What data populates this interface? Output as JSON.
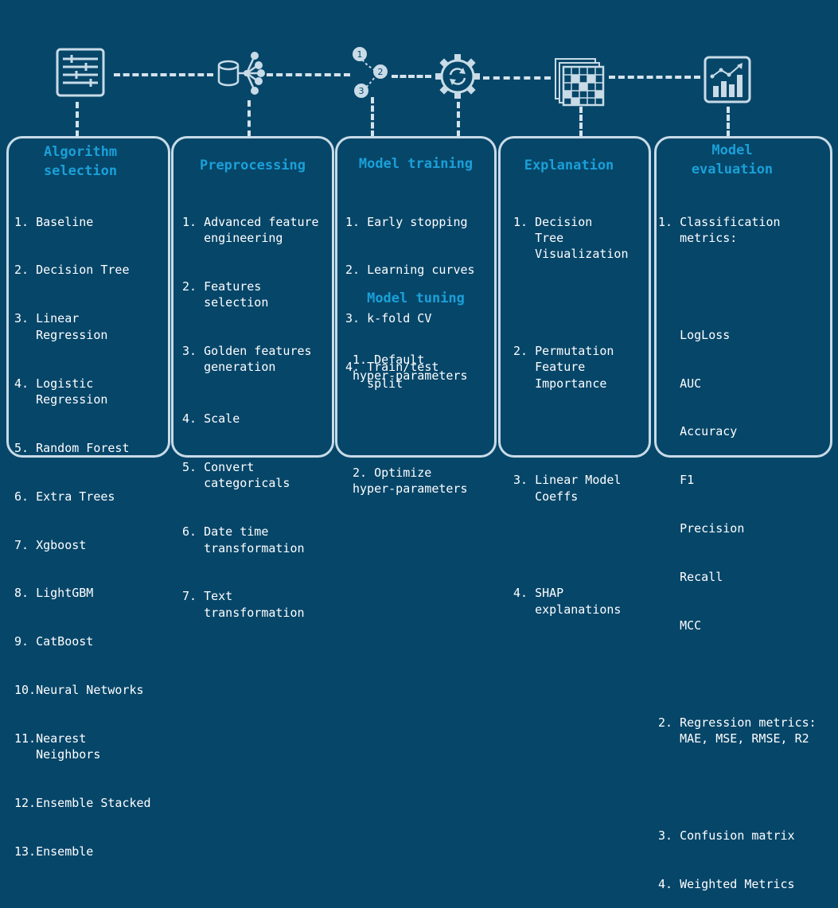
{
  "steps": [
    {
      "icon": "settings-sliders-icon",
      "title": "Algorithm\nselection",
      "items": [
        "1. Baseline",
        "2. Decision Tree",
        "3. Linear\n   Regression",
        "4. Logistic\n   Regression",
        "5. Random Forest",
        "6. Extra Trees",
        "7. Xgboost",
        "8. LightGBM",
        "9. CatBoost",
        "10.Neural Networks",
        "11.Nearest\n   Neighbors",
        "12.Ensemble Stacked",
        "13.Ensemble"
      ]
    },
    {
      "icon": "database-network-icon",
      "title": "Preprocessing",
      "items": [
        "1. Advanced feature\n   engineering",
        "2. Features\n   selection",
        "3. Golden features\n   generation",
        "4. Scale",
        "5. Convert\n   categoricals",
        "6. Date time\n   transformation",
        "7. Text\n   transformation"
      ]
    },
    {
      "icon": "numbered-path-icon",
      "title": "Model training",
      "items": [
        "1. Early stopping",
        "2. Learning curves",
        "3. k-fold CV",
        "4. Train/test\n   split"
      ],
      "sub_title": "Model tuning",
      "sub_items": [
        "1. Default\nhyper-parameters",
        "2. Optimize\nhyper-parameters"
      ],
      "path_numbers": [
        "1",
        "2",
        "3"
      ]
    },
    {
      "icon": "refresh-gear-icon",
      "title": "Explanation",
      "items": [
        "1. Decision\n   Tree\n   Visualization",
        "2. Permutation\n   Feature\n   Importance",
        "3. Linear Model\n   Coeffs",
        "4. SHAP\n   explanations"
      ]
    },
    {
      "icon": "data-grid-icon",
      "title": "Model\nevaluation",
      "items": [
        "1. Classification\n   metrics:",
        "",
        "   LogLoss",
        "   AUC",
        "   Accuracy",
        "   F1",
        "   Precision",
        "   Recall",
        "   MCC",
        "",
        "2. Regression metrics:\n   MAE, MSE, RMSE, R2",
        "",
        "3. Confusion matrix",
        "4. Weighted Metrics"
      ]
    },
    {
      "icon": "bar-chart-growth-icon"
    }
  ],
  "colors": {
    "background": "#064669",
    "title": "#1aa0d8",
    "border": "#c8dbe7",
    "text": "#ffffff"
  }
}
